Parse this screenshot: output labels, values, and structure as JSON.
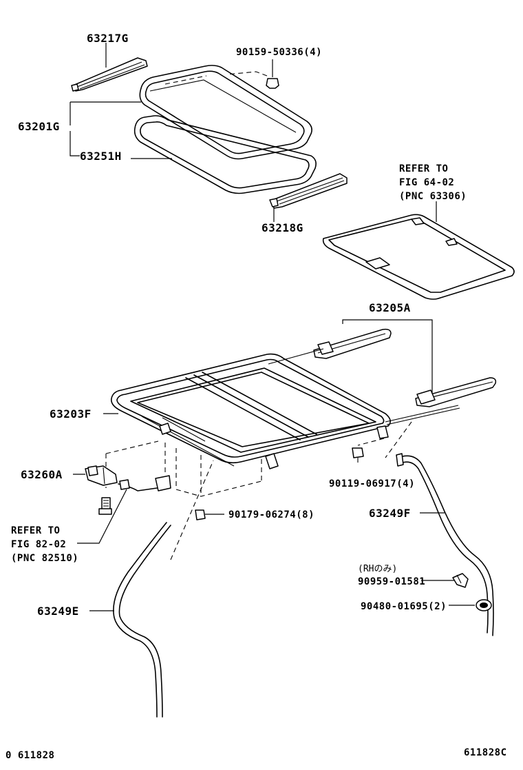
{
  "labels": {
    "p63217G": "63217G",
    "p90159": "90159-50336(4)",
    "p63201G": "63201G",
    "p63251H": "63251H",
    "p63218G": "63218G",
    "p63205A": "63205A",
    "p63203F": "63203F",
    "p63260A": "63260A",
    "p90119": "90119-06917(4)",
    "p90179": "90179-06274(8)",
    "p63249F": "63249F",
    "p63249E": "63249E",
    "rh_note": "(RHのみ)",
    "p90959": "90959-01581",
    "p90480": "90480-01695(2)"
  },
  "refs": {
    "upper": [
      "REFER TO",
      "FIG 64-02",
      "(PNC 63306)"
    ],
    "lower": [
      "REFER TO",
      "FIG 82-02",
      "(PNC 82510)"
    ]
  },
  "footer": {
    "left": "0 611828",
    "right": "611828C"
  }
}
